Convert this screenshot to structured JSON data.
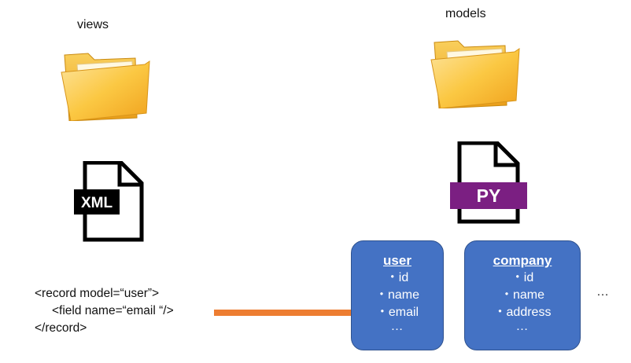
{
  "views": {
    "folder_label": "views",
    "folder_icon": "folder-icon",
    "file_icon": "xml-file-icon",
    "file_badge": "XML",
    "code_lines": [
      "<record model=“user”>",
      "<field name=“email “/>",
      "</record>"
    ]
  },
  "models": {
    "folder_label": "models",
    "folder_icon": "folder-icon",
    "file_icon": "python-file-icon",
    "file_badge": "PY",
    "boxes": [
      {
        "title": "user",
        "fields": [
          "・id",
          "・name",
          "・email"
        ],
        "more": "…"
      },
      {
        "title": "company",
        "fields": [
          "・id",
          "・name",
          "・address"
        ],
        "more": "…"
      }
    ],
    "more_label": "…"
  },
  "colors": {
    "folder": "#f5b52a",
    "box_fill": "#4472c4",
    "arrow": "#ed7d31",
    "py_badge": "#7b1f82"
  }
}
